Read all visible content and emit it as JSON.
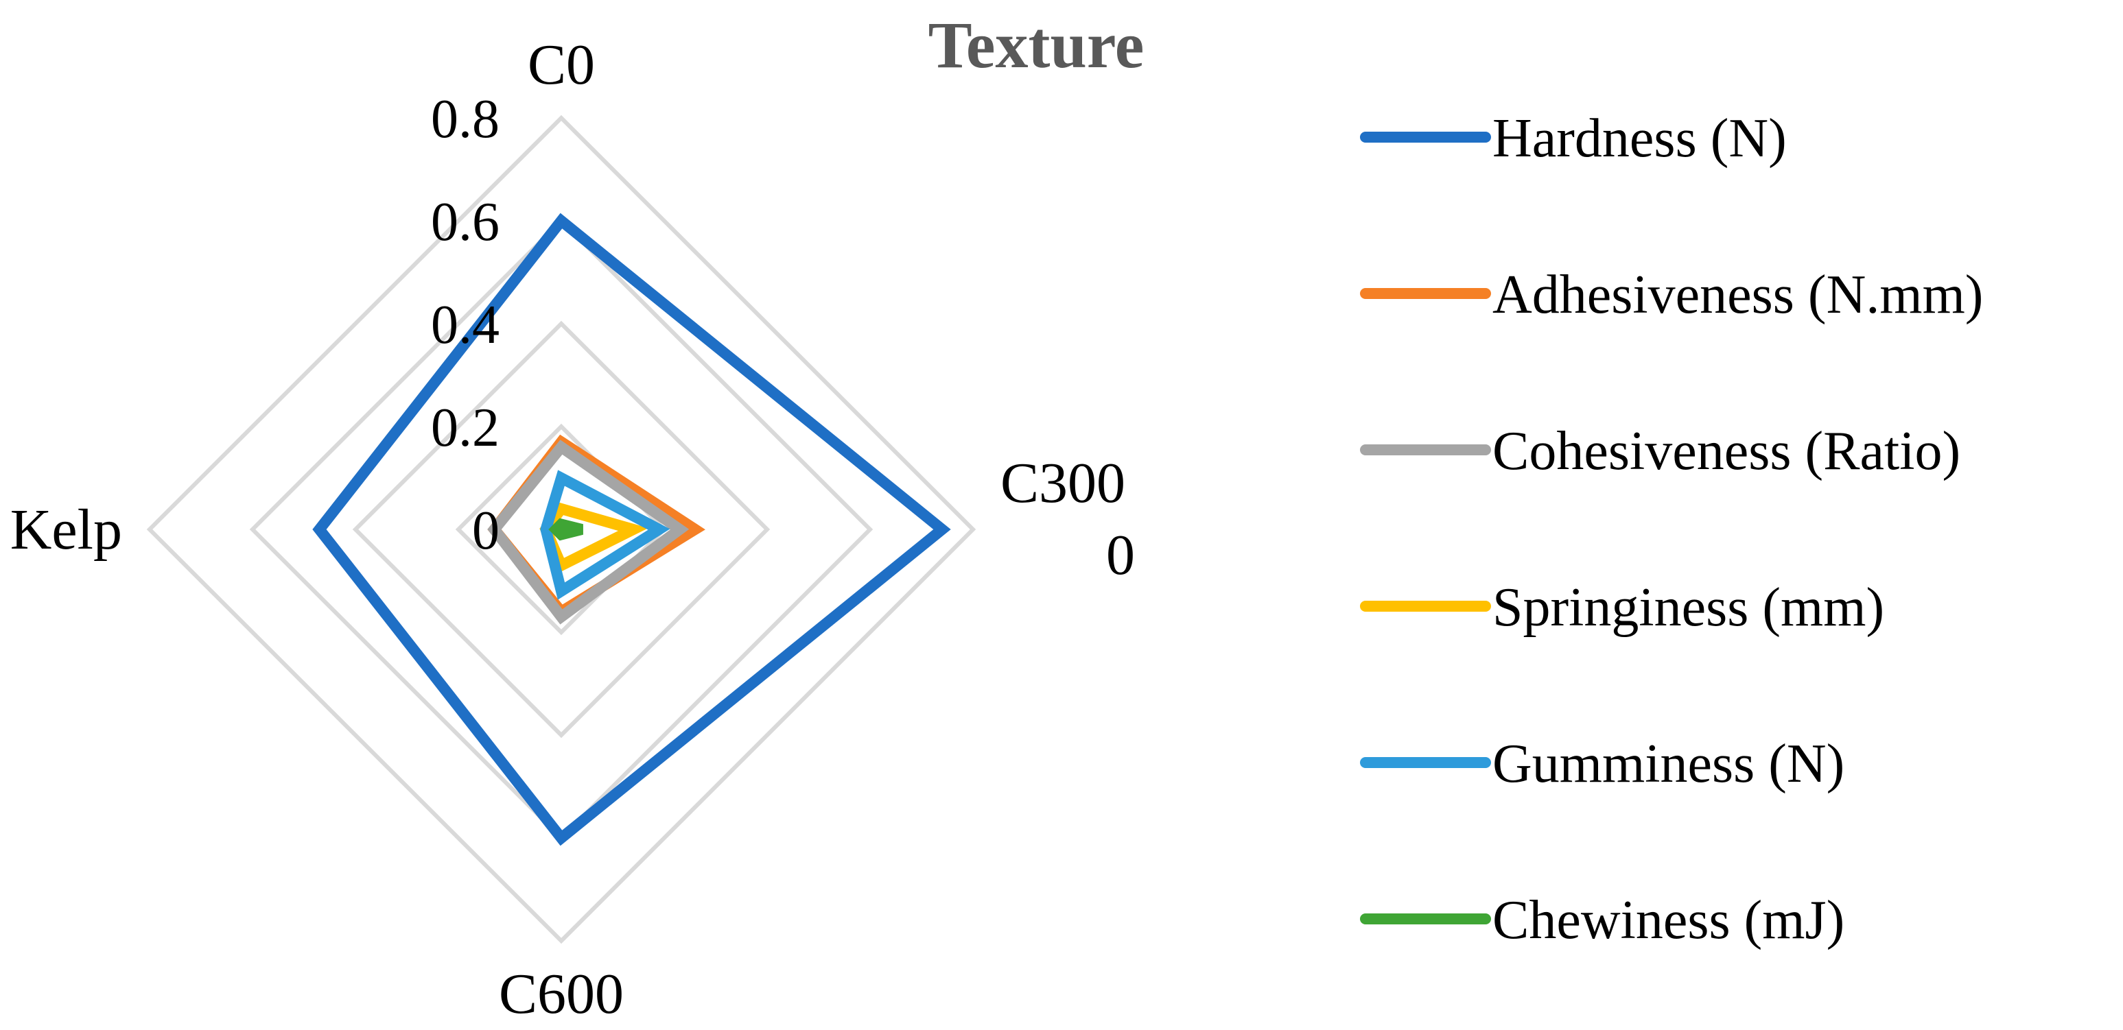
{
  "chart_data": {
    "type": "radar",
    "title": "Texture",
    "categories": [
      "C0",
      "C300",
      "C600",
      "Kelp"
    ],
    "category_label_lines": [
      [
        "C0"
      ],
      [
        "C300",
        "0"
      ],
      [
        "C600"
      ],
      [
        "Kelp"
      ]
    ],
    "ticks": [
      0,
      0.2,
      0.4,
      0.6,
      0.8
    ],
    "tick_labels": [
      "0",
      "0.2",
      "0.4",
      "0.6",
      "0.8"
    ],
    "rlim": [
      0,
      0.8
    ],
    "grid": true,
    "legend_position": "right",
    "series": [
      {
        "name": "Hardness (N)",
        "color": "#1F6FC5",
        "values": [
          0.6,
          0.74,
          0.6,
          0.47
        ]
      },
      {
        "name": "Adhesiveness (N.mm)",
        "color": "#F58025",
        "values": [
          0.17,
          0.26,
          0.16,
          0.13
        ]
      },
      {
        "name": "Cohesiveness (Ratio)",
        "color": "#A5A5A5",
        "values": [
          0.16,
          0.23,
          0.17,
          0.13
        ]
      },
      {
        "name": "Springiness (mm)",
        "color": "#FFC000",
        "values": [
          0.04,
          0.14,
          0.07,
          0.03
        ]
      },
      {
        "name": "Gumminess (N)",
        "color": "#2E9BDB",
        "values": [
          0.1,
          0.19,
          0.12,
          0.03
        ]
      },
      {
        "name": "Chewiness (mJ)",
        "color": "#3FA535",
        "values": [
          0.01,
          0.04,
          0.01,
          0.01
        ]
      }
    ]
  }
}
